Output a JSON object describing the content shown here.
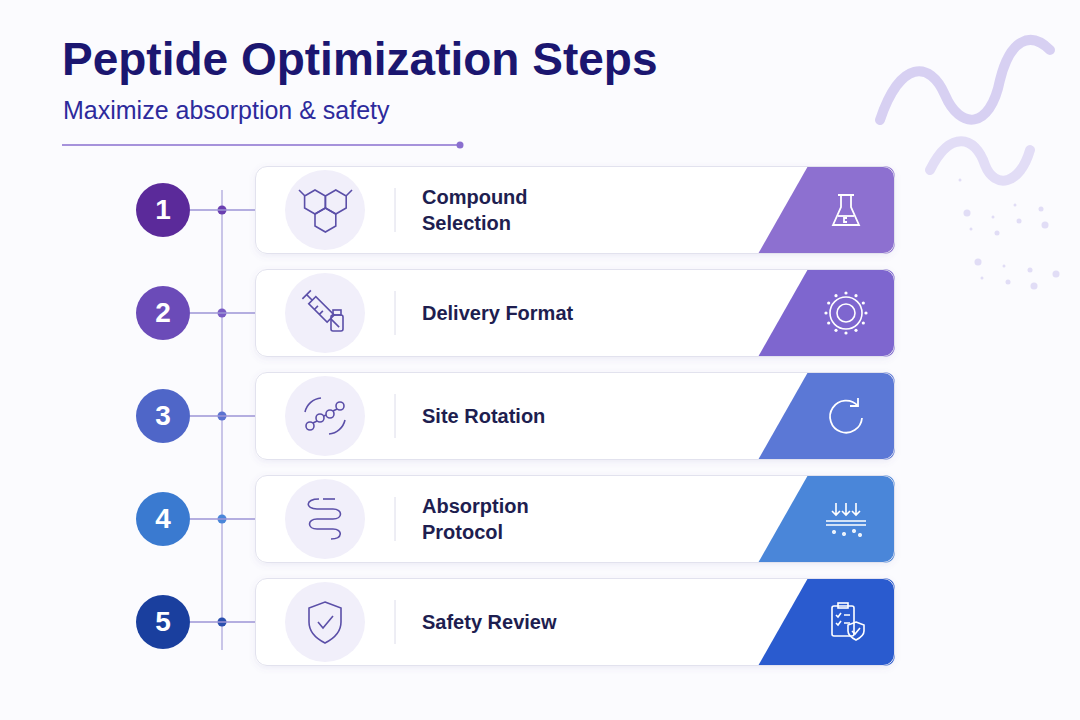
{
  "diagram": {
    "title": "Peptide Optimization Steps",
    "nodes": [
      {
        "text": [
          "1"
        ]
      },
      {
        "text": [
          "Compound Selection"
        ]
      },
      {
        "text": [
          "2"
        ]
      },
      {
        "text": [
          "Delivery Format"
        ]
      },
      {
        "text": [
          "3"
        ]
      },
      {
        "text": [
          "Site Rotation"
        ]
      },
      {
        "text": [
          "4"
        ]
      },
      {
        "text": [
          "Absorption Protocol"
        ]
      },
      {
        "text": [
          "5"
        ]
      },
      {
        "text": [
          "Safety Review"
        ]
      }
    ],
    "edges": [
      {
        "from": 0,
        "to": 1,
        "arrow": "none"
      },
      {
        "from": 2,
        "to": 3,
        "arrow": "none"
      },
      {
        "from": 4,
        "to": 5,
        "arrow": "none"
      },
      {
        "from": 6,
        "to": 7,
        "arrow": "none"
      },
      {
        "from": 8,
        "to": 9,
        "arrow": "none"
      }
    ],
    "labels": [
      "Maximize absorption & safety"
    ]
  }
}
